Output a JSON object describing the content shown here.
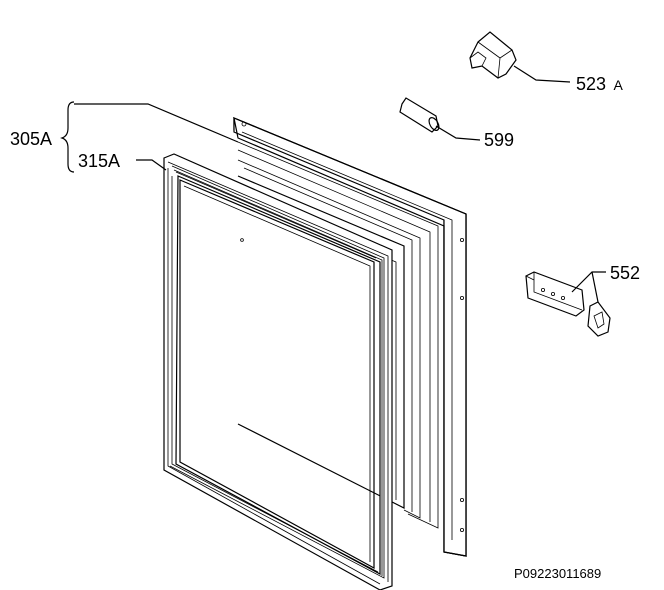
{
  "labels": {
    "door_assembly": "305A",
    "gasket": "315A",
    "hinge_cover_num": "523",
    "hinge_cover_suffix": "A",
    "pin": "599",
    "hinge": "552"
  },
  "footer": {
    "drawing_code": "P09223011689"
  }
}
